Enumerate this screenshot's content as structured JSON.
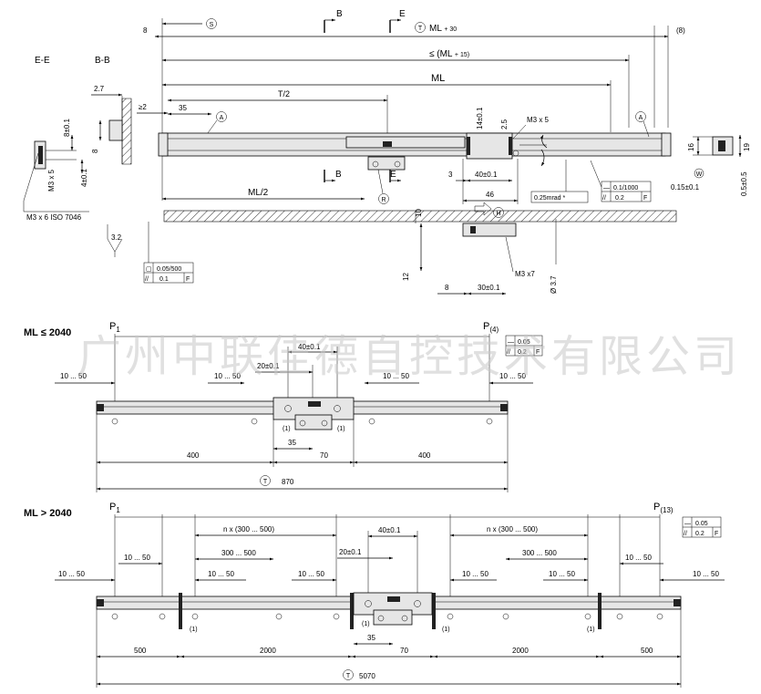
{
  "top": {
    "section_ee": "E-E",
    "section_bb": "B-B",
    "dim_8": "8",
    "sym_s": "S",
    "letter_b": "B",
    "letter_e": "E",
    "sym_t": "T",
    "ml_30": "ML",
    "ml_30_sub": "+ 30",
    "ml_15": "≤ (ML",
    "ml_15_sub": "+ 15)",
    "ml": "ML",
    "dim_paren8": "(8)",
    "dim_27": "2.7",
    "dim_ge2": "≥2",
    "dim_35": "35",
    "sym_a": "A",
    "t_half": "T/2",
    "dim_14": "14±0.1",
    "dim_25": "2.5",
    "m3x5": "M3 x 5",
    "dim_8pm": "8±0.1",
    "dim_8b": "8",
    "dim_4pm": "4±0.1",
    "m3x5_left": "M3 x 5",
    "m3x6": "M3 x 6 ISO 7046",
    "dim_3": "3",
    "dim_40": "40±0.1",
    "dim_46": "46",
    "ml_half": "ML/2",
    "sym_r": "R",
    "sym_h": "H",
    "angle": "0.25mrad *",
    "tol_1000": "0.1/1000",
    "tol_02": "0.2",
    "tol_f": "F",
    "dim_16": "16",
    "dim_19": "19",
    "dim_015": "0.15±0.1",
    "dim_05": "0.5±0.5",
    "sym_w": "W",
    "dim_10": "10",
    "dim_12": "12",
    "dim_8c": "8",
    "dim_30": "30±0.1",
    "m3x7": "M3 x7",
    "dim_37": "Ø 3.7",
    "dim_32": "3.2",
    "tol_0500": "0.05/500",
    "tol_01": "0.1",
    "tol_f2": "F"
  },
  "mid": {
    "title": "ML ≤ 2040",
    "p1": "P",
    "p1_sub": "1",
    "p4": "P",
    "p4_sub": "(4)",
    "tol_005": "0.05",
    "tol_02": "0.2",
    "tol_f": "F",
    "dim_40": "40±0.1",
    "dim_20": "20±0.1",
    "r1050_a": "10 ... 50",
    "r1050_b": "10 ... 50",
    "r1050_c": "10 ... 50",
    "r1050_d": "10 ... 50",
    "one_a": "(1)",
    "one_b": "(1)",
    "dim_35": "35",
    "dim_70": "70",
    "dim_400a": "400",
    "dim_400b": "400",
    "sym_t": "T",
    "dim_870": "870"
  },
  "bot": {
    "title": "ML > 2040",
    "p1": "P",
    "p1_sub": "1",
    "p13": "P",
    "p13_sub": "(13)",
    "tol_005": "0.05",
    "tol_02": "0.2",
    "tol_f": "F",
    "nx_a": "n x (300 ... 500)",
    "nx_b": "n x (300 ... 500)",
    "dim_40": "40±0.1",
    "r300_a": "300 ... 500",
    "r300_b": "300 ... 500",
    "dim_20": "20±0.1",
    "r1050_a": "10 ... 50",
    "r1050_b": "10 ... 50",
    "r1050_c": "10 ... 50",
    "r1050_d": "10 ... 50",
    "r1050_e": "10 ... 50",
    "r1050_f": "10 ... 50",
    "r1050_g": "10 ... 50",
    "r1050_h": "10 ... 50",
    "one_a": "(1)",
    "one_b": "(1)",
    "one_c": "(1)",
    "one_d": "(1)",
    "dim_35": "35",
    "dim_70": "70",
    "dim_500a": "500",
    "dim_2000a": "2000",
    "dim_2000b": "2000",
    "dim_500b": "500",
    "sym_t": "T",
    "dim_5070": "5070"
  },
  "watermark": "广州中联佳德自控技术有限公司"
}
